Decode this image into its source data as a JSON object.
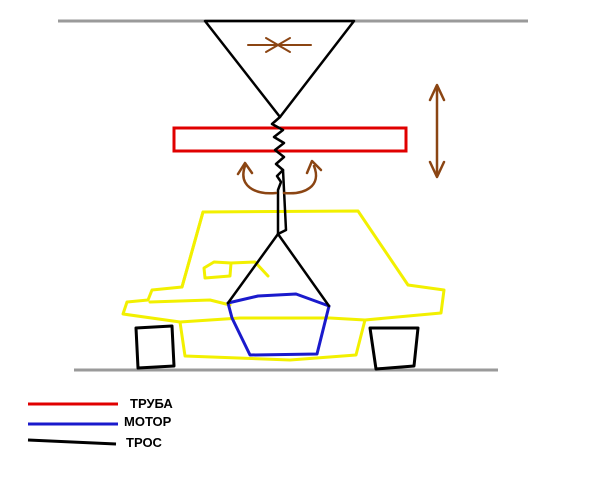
{
  "diagram": {
    "elements": [
      {
        "id": "ceiling-line",
        "desc": "upper horizontal support line"
      },
      {
        "id": "floor-line",
        "desc": "lower horizontal floor line"
      },
      {
        "id": "hoist-triangle",
        "desc": "inverted triangle cable hanger"
      },
      {
        "id": "pipe-bar",
        "desc": "red horizontal pipe"
      },
      {
        "id": "vertical-arrow",
        "desc": "double-headed up/down arrow"
      },
      {
        "id": "rotation-arrows",
        "desc": "curved rotation arrows"
      },
      {
        "id": "car-body",
        "desc": "yellow car outline"
      },
      {
        "id": "engine",
        "desc": "blue engine outline"
      },
      {
        "id": "cable",
        "desc": "black lifting cable"
      },
      {
        "id": "wheel-left",
        "desc": "left wheel"
      },
      {
        "id": "wheel-right",
        "desc": "right wheel"
      }
    ]
  },
  "colors": {
    "pipe": "#e00000",
    "engine": "#1a1acc",
    "cable": "#000000",
    "car": "#f2f000",
    "guide": "#9a9a9a",
    "arrow": "#8b4513"
  },
  "legend": {
    "items": [
      {
        "label": "ТРУБА",
        "color": "#e00000"
      },
      {
        "label": "МОТОР",
        "color": "#1a1acc"
      },
      {
        "label": "ТРОС",
        "color": "#000000"
      }
    ]
  }
}
